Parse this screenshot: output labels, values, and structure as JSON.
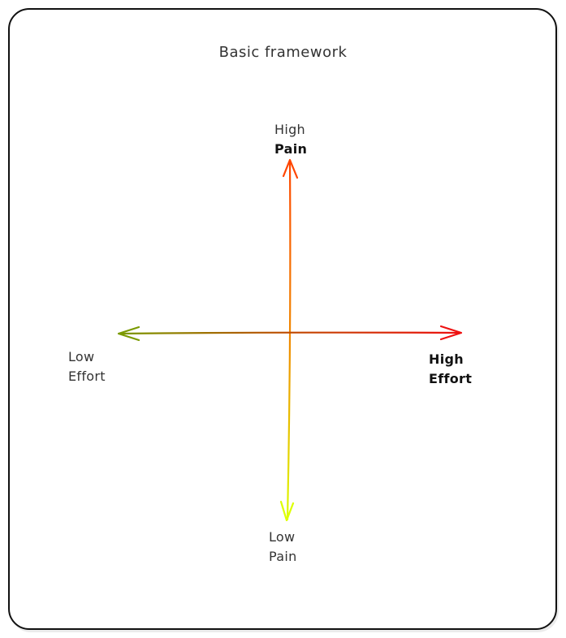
{
  "diagram": {
    "title": "Basic framework",
    "y_axis": {
      "top_label": [
        "High",
        "Pain"
      ],
      "bottom_label": [
        "Low",
        "Pain"
      ],
      "top_color": "#ff4500",
      "bottom_color": "#ddff00"
    },
    "x_axis": {
      "left_label": [
        "Low",
        "Effort"
      ],
      "right_label": [
        "High",
        "Effort"
      ],
      "left_color": "#7a9a00",
      "right_color": "#ee1111"
    },
    "border_color": "#111111"
  }
}
